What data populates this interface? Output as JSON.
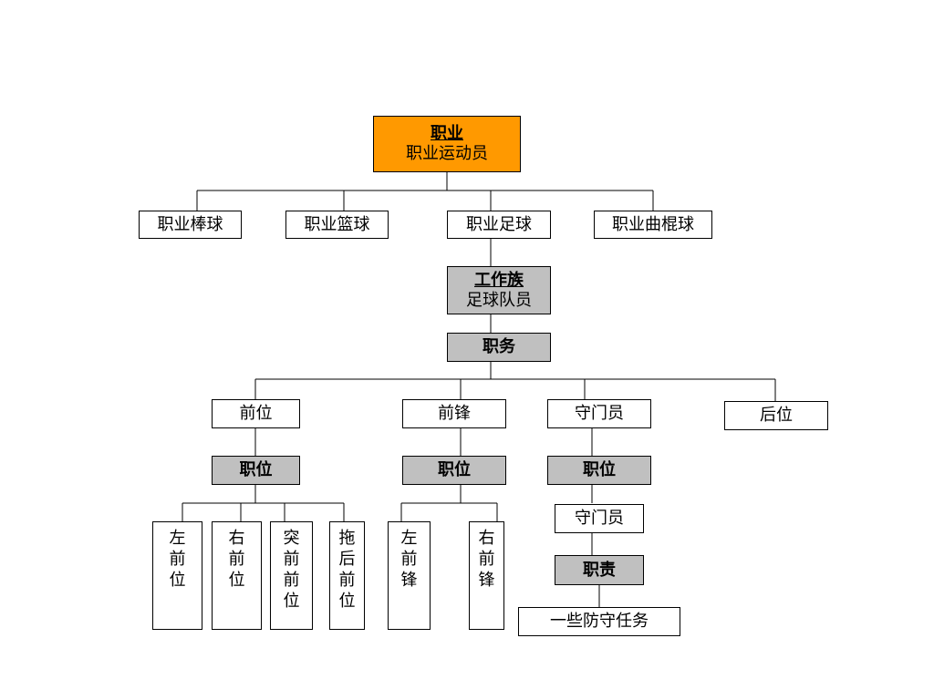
{
  "root": {
    "title": "职业",
    "subtitle": "职业运动员"
  },
  "sports": [
    "职业棒球",
    "职业篮球",
    "职业足球",
    "职业曲棍球"
  ],
  "job_family": {
    "title": "工作族",
    "subtitle": "足球队员"
  },
  "duties_label": "职务",
  "positions": [
    "前位",
    "前锋",
    "守门员",
    "后位"
  ],
  "post_label": "职位",
  "forward_posts": [
    "左前位",
    "右前位",
    "突前前位",
    "拖后前位"
  ],
  "striker_posts": [
    "左前锋",
    "右前锋"
  ],
  "goalkeeper_post": "守门员",
  "responsibility_label": "职责",
  "responsibility": "一些防守任务",
  "colors": {
    "root_fill": "#ff9900",
    "label_fill": "#c0c0c0"
  }
}
